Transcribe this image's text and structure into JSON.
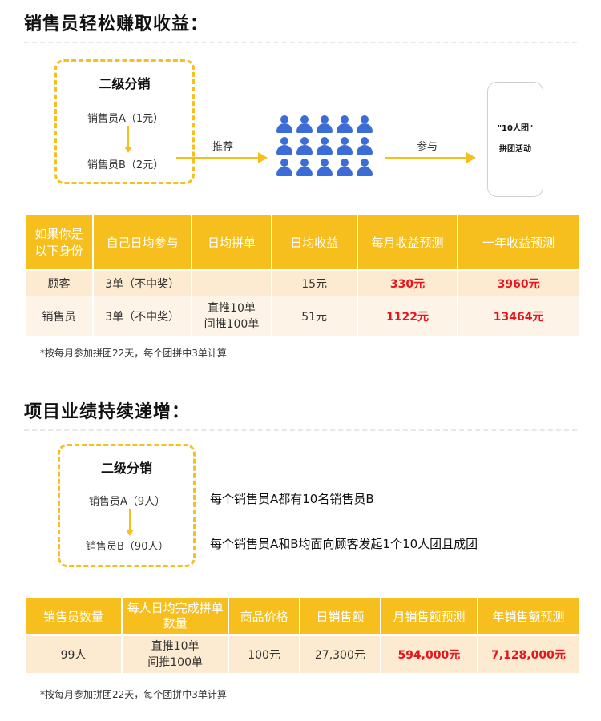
{
  "section1": {
    "title": "销售员轻松赚取收益：",
    "box": {
      "title": "二级分销",
      "item_a": "销售员A（1元）",
      "item_b": "销售员B（2元）"
    },
    "arrow1_label": "推荐",
    "arrow2_label": "参与",
    "phone": {
      "line1": "\"10人团\"",
      "line2": "拼团活动"
    },
    "table": {
      "headers": [
        "如果你是以下身份",
        "自己日均参与",
        "日均拼单",
        "日均收益",
        "每月收益预测",
        "一年收益预测"
      ],
      "rows": [
        [
          "顾客",
          "3单（不中奖）",
          "",
          "15元",
          "330元",
          "3960元"
        ],
        [
          "销售员",
          "3单（不中奖）",
          "直推10单\n间推100单",
          "51元",
          "1122元",
          "13464元"
        ]
      ]
    },
    "note": "*按每月参加拼团22天，每个团拼中3单计算"
  },
  "section2": {
    "title": "项目业绩持续递增：",
    "box": {
      "title": "二级分销",
      "item_a": "销售员A（9人）",
      "item_b": "销售员B（90人）"
    },
    "desc1": "每个销售员A都有10名销售员B",
    "desc2": "每个销售员A和B均面向顾客发起1个10人团且成团",
    "table": {
      "headers": [
        "销售员数量",
        "每人日均完成拼单数量",
        "商品价格",
        "日销售额",
        "月销售额预测",
        "年销售额预测"
      ],
      "rows": [
        [
          "99人",
          "直推10单\n间推100单",
          "100元",
          "27,300元",
          "594,000元",
          "7,128,000元"
        ]
      ]
    },
    "note": "*按每月参加拼团22天，每个团拼中3单计算"
  },
  "colors": {
    "accent": "#f7bf1e",
    "highlight_red": "#e8141e",
    "people_blue": "#3c6cd6"
  }
}
